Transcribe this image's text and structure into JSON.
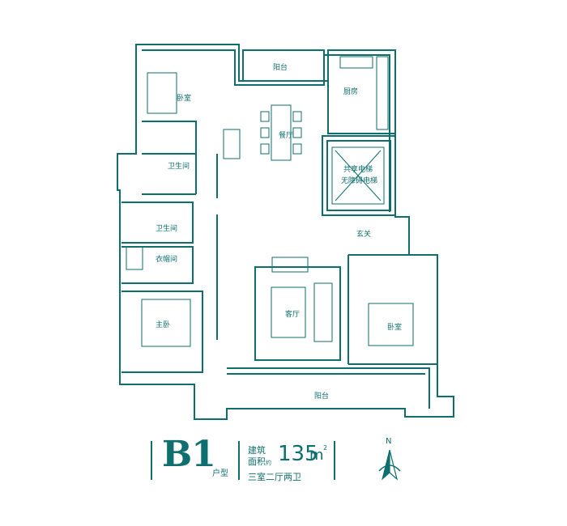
{
  "colors": {
    "line": "#0f6e6e",
    "fill": "#ffffff"
  },
  "rooms": {
    "secondary_bedroom_1": "卧室",
    "balcony_top": "阳台",
    "kitchen": "厨房",
    "dining": "餐厅",
    "elevator_line1": "共享电梯",
    "elevator_line2": "无障碍电梯",
    "bathroom_1": "卫生间",
    "bathroom_2": "卫生间",
    "entrance": "玄关",
    "closet": "衣帽间",
    "living_room": "客厅",
    "master_bedroom": "主卧",
    "secondary_bedroom_2": "卧室",
    "balcony_bottom": "阳台"
  },
  "unit_info": {
    "unit_type": "B1",
    "unit_type_suffix": "户型",
    "area_label_line1": "建筑",
    "area_label_line2": "面积",
    "area_label_small": "约",
    "area_value": "135",
    "area_unit": "m",
    "area_unit_sup": "2",
    "layout": "三室二厅两卫"
  },
  "compass": {
    "north_label": "N",
    "icon": "north-arrow-icon"
  }
}
